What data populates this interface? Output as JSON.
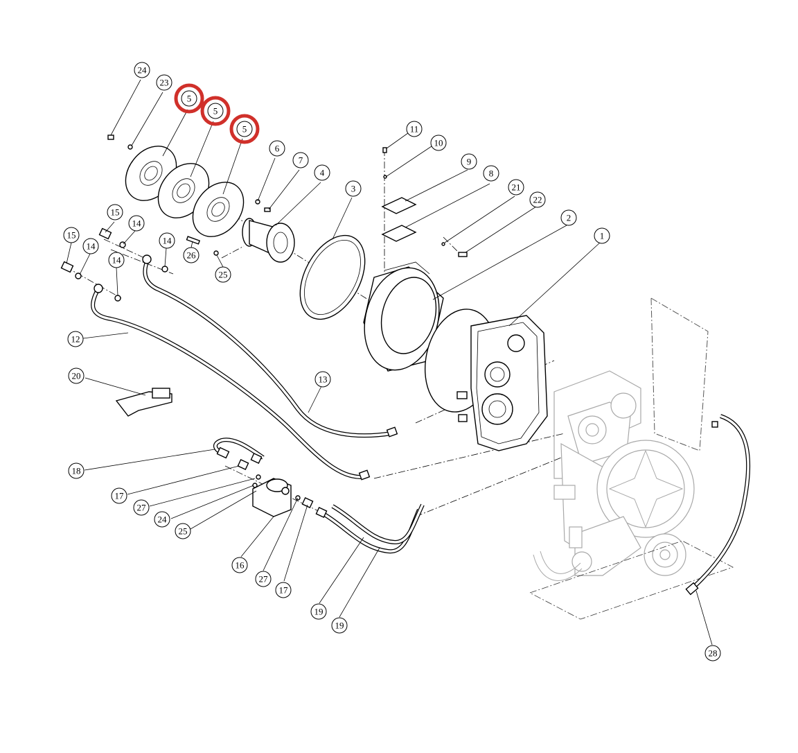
{
  "highlight_color": "#d0302a",
  "callouts": {
    "c1": "1",
    "c2": "2",
    "c3": "3",
    "c4": "4",
    "c5a": "5",
    "c5b": "5",
    "c5c": "5",
    "c6": "6",
    "c7": "7",
    "c8": "8",
    "c9": "9",
    "c10": "10",
    "c11": "11",
    "c12": "12",
    "c13": "13",
    "c14a": "14",
    "c14b": "14",
    "c14c": "14",
    "c14d": "14",
    "c15a": "15",
    "c15b": "15",
    "c16": "16",
    "c17a": "17",
    "c17b": "17",
    "c18": "18",
    "c19a": "19",
    "c19b": "19",
    "c20": "20",
    "c21": "21",
    "c22": "22",
    "c23": "23",
    "c24a": "24",
    "c24b": "24",
    "c25a": "25",
    "c25b": "25",
    "c26": "26",
    "c27a": "27",
    "c27b": "27",
    "c28": "28"
  }
}
